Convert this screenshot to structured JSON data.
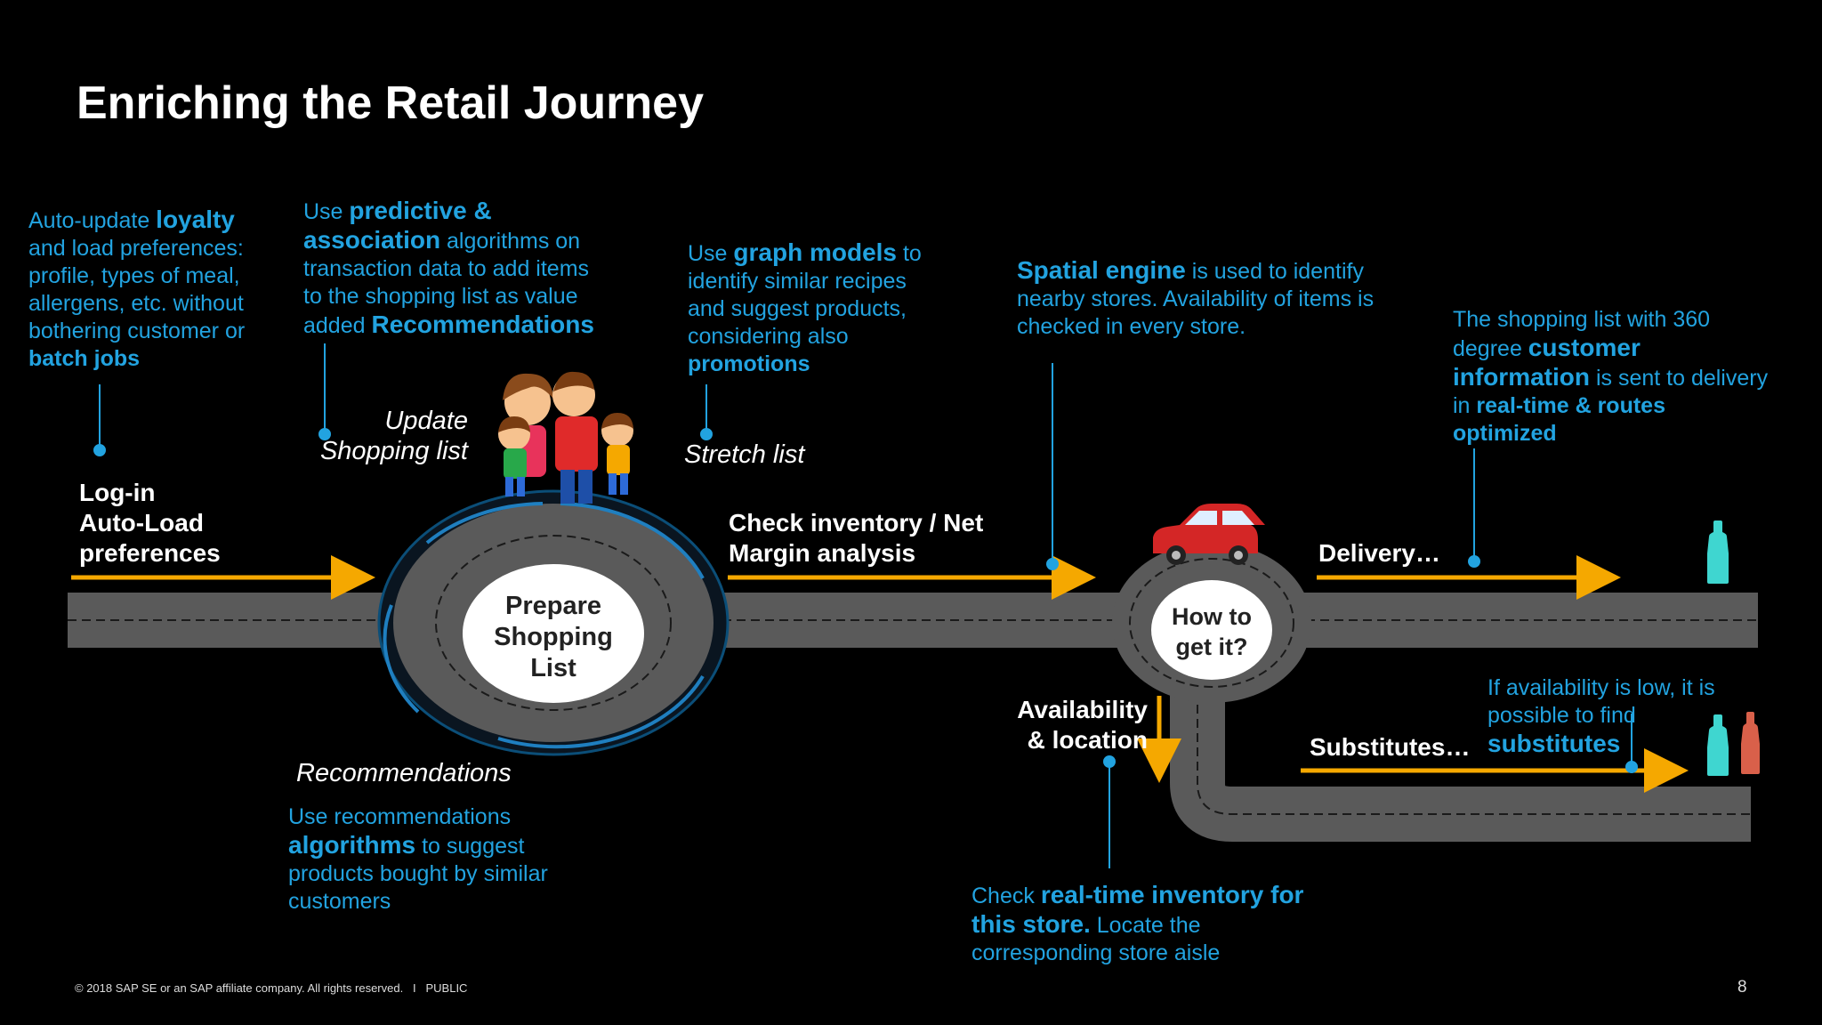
{
  "title": "Enriching the Retail Journey",
  "steps": {
    "login": "Log-in\nAuto-Load\npreferences",
    "update": "Update\nShopping list",
    "stretch": "Stretch list",
    "check": "Check inventory / Net\nMargin analysis",
    "delivery": "Delivery…",
    "substitutes": "Substitutes…",
    "availability": "Availability\n& location",
    "recommendations": "Recommendations",
    "prepare": "Prepare\nShopping\nList",
    "howto": "How to\nget it?"
  },
  "notes": {
    "loyalty": {
      "p1": "Auto-update ",
      "b1": "loyalty",
      "p2": " and load preferences: profile, types of meal, allergens, etc. without bothering customer or ",
      "b2": "batch jobs"
    },
    "predictive": {
      "p1": "Use ",
      "b1": "predictive & association",
      "p2": " algorithms on transaction data to add items to the shopping list as value added ",
      "b2": "Recommendations"
    },
    "graph": {
      "p1": "Use ",
      "b1": "graph models",
      "p2": " to identify similar recipes and suggest products, considering also ",
      "b2": "promotions"
    },
    "spatial": {
      "b1": "Spatial engine",
      "p1": " is used to identify nearby stores. Availability of items is checked in every store."
    },
    "shopping360": {
      "p1": "The shopping list with 360 degree ",
      "b1": "customer information",
      "p2": " is sent to delivery in ",
      "b2": "real-time & routes optimized"
    },
    "availability_low": {
      "p1": "If availability is low, it is possible to find ",
      "b1": "substitutes"
    },
    "realtime": {
      "p1": "Check ",
      "b1": "real-time inventory for this store.",
      "p2": " Locate the corresponding store aisle"
    },
    "recommend": {
      "p1": "Use recommendations ",
      "b1": "algorithms",
      "p2": " to suggest products bought by similar customers"
    }
  },
  "footer": "© 2018 SAP SE or an SAP affiliate company. All rights reserved.   I   PUBLIC",
  "page_number": "8",
  "colors": {
    "accent_blue": "#22a3e0",
    "arrow_orange": "#f5a800",
    "road": "#555555",
    "bottle_teal": "#3fd6d0",
    "bottle_red": "#d9604a"
  }
}
